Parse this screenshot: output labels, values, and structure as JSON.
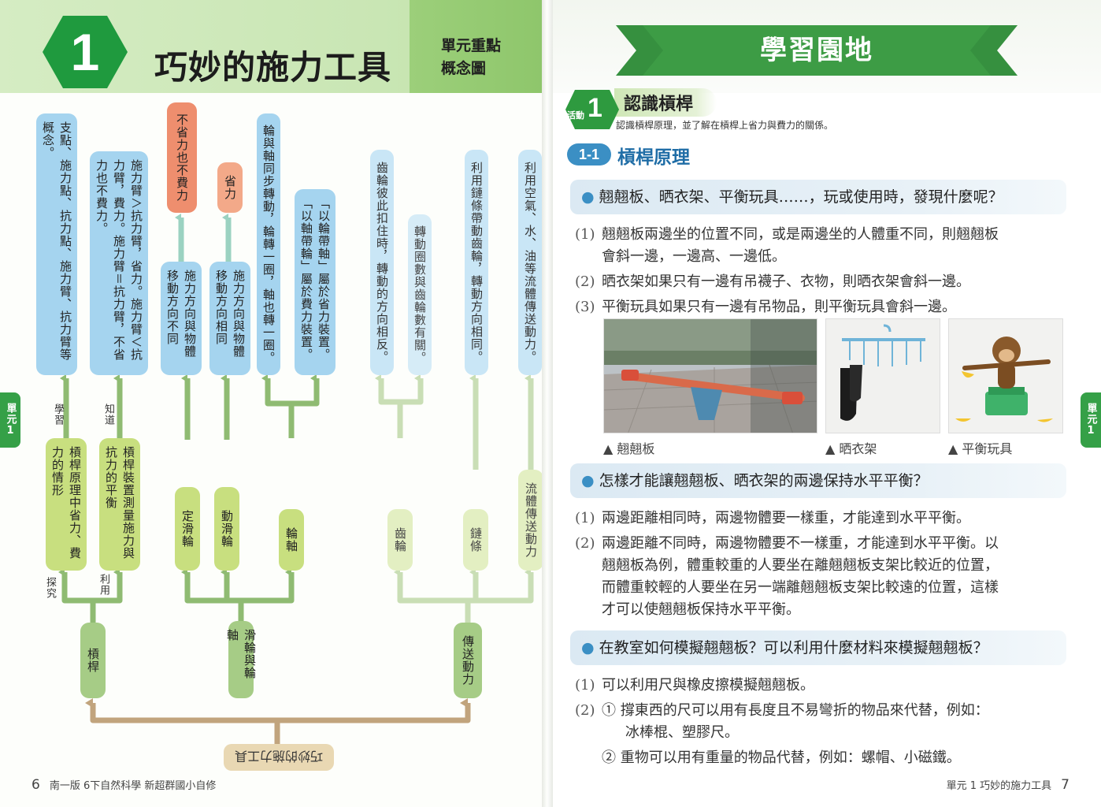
{
  "left": {
    "unit_number": "1",
    "unit_title": "巧妙的施力工具",
    "subtitle_line1": "單元重點",
    "subtitle_line2": "概念圖",
    "side_tab": "單元1",
    "concepts": {
      "c1": "支點、施力點、抗力點、施力臂、抗力臂等概念。",
      "c2": "施力臂＞抗力臂，省力。施力臂＜抗力臂，費力。施力臂＝抗力臂，不省力也不費力。",
      "c3a": "施力方向與物體移動方向不同",
      "c3b": "不省力也不費力",
      "c4a": "施力方向與物體移動方向相同",
      "c4b": "省力",
      "c5": "輪與軸同步轉動，輪轉一圈，軸也轉一圈。",
      "c6": "「以輪帶軸」屬於省力裝置。「以軸帶輪」屬於費力裝置。",
      "c7": "齒輪彼此扣住時，轉動的方向相反。",
      "c8": "轉動圈數與齒輪數有關。",
      "c9": "利用鏈條帶動齒輪，轉動方向相同。",
      "c10": "利用空氣、水、油等流體傳送動力。"
    },
    "mid": {
      "m1": "槓桿原理中省力、費力的情形",
      "m2": "槓桿裝置測量施力與抗力的平衡",
      "m3": "定滑輪",
      "m4": "動滑輪",
      "m5": "輪軸",
      "m6": "齒輪",
      "m7": "鏈條",
      "m8": "流體傳送動力"
    },
    "labels": {
      "l1": "學習",
      "l2": "知道",
      "l3": "探究",
      "l4": "利用"
    },
    "groups": {
      "g1": "槓桿",
      "g2": "滑輪與輪軸",
      "g3": "傳送動力"
    },
    "root": "巧妙的施力工具",
    "footer_page": "6",
    "footer_text": "南一版 6下自然科學 新超群國小自修"
  },
  "right": {
    "banner": "學習園地",
    "activity_tag": "活動",
    "activity_num": "1",
    "activity_title": "認識槓桿",
    "activity_desc": "認識槓桿原理，並了解在槓桿上省力與費力的關係。",
    "section_num": "1-1",
    "section_title": "槓桿原理",
    "q1": "翹翹板、晒衣架、平衡玩具……，玩或使用時，發現什麼呢？",
    "q1_a1": "翹翹板兩邊坐的位置不同，或是兩邊坐的人體重不同，則翹翹板",
    "q1_a1b": "會斜一邊，一邊高、一邊低。",
    "q1_a2": "晒衣架如果只有一邊有吊襪子、衣物，則晒衣架會斜一邊。",
    "q1_a3": "平衡玩具如果只有一邊有吊物品，則平衡玩具會斜一邊。",
    "cap1": "▲ 翹翹板",
    "cap2": "▲ 晒衣架",
    "cap3": "▲ 平衡玩具",
    "q2": "怎樣才能讓翹翹板、晒衣架的兩邊保持水平平衡？",
    "q2_a1": "兩邊距離相同時，兩邊物體要一樣重，才能達到水平平衡。",
    "q2_a2": "兩邊距離不同時，兩邊物體要不一樣重，才能達到水平平衡。以",
    "q2_a2b": "翹翹板為例，體重較重的人要坐在離翹翹板支架比較近的位置，",
    "q2_a2c": "而體重較輕的人要坐在另一端離翹翹板支架比較遠的位置，這樣",
    "q2_a2d": "才可以使翹翹板保持水平平衡。",
    "q3": "在教室如何模擬翹翹板？可以利用什麼材料來模擬翹翹板？",
    "q3_a1": "可以利用尺與橡皮擦模擬翹翹板。",
    "q3_a2": "① 撐東西的尺可以用有長度且不易彎折的物品來代替，例如：",
    "q3_a2b": "冰棒棍、塑膠尺。",
    "q3_a3": "② 重物可以用有重量的物品代替，例如：螺帽、小磁鐵。",
    "n1": "(1)",
    "n2": "(2)",
    "n3": "(3)",
    "footer_text": "單元 1  巧妙的施力工具",
    "footer_page": "7",
    "side_tab": "單元1"
  },
  "colors": {
    "green": "#35a047",
    "blue_box": "#a5d4ef",
    "orange_box": "#ee8e6e",
    "section_blue": "#3b8fc4"
  }
}
